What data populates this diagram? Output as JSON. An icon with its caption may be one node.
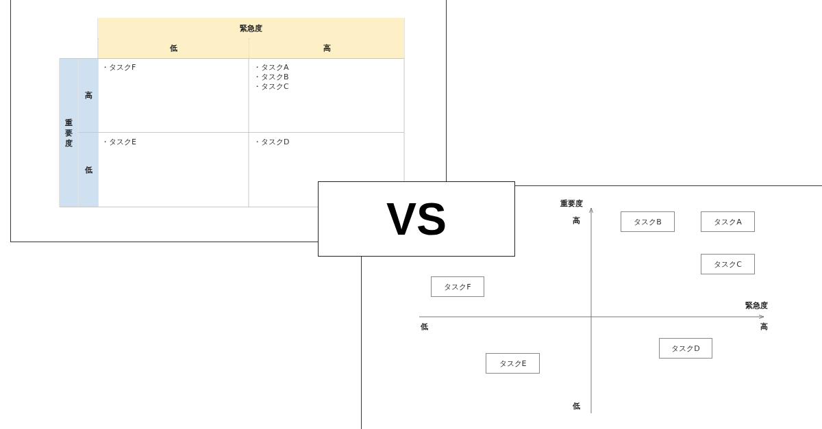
{
  "diagram": {
    "nodes": [
      {
        "text": [
          "VS"
        ]
      },
      {
        "text": [
          "タスクB"
        ]
      },
      {
        "text": [
          "タスクA"
        ]
      },
      {
        "text": [
          "タスクC"
        ]
      },
      {
        "text": [
          "タスクF"
        ]
      },
      {
        "text": [
          "タスクD"
        ]
      },
      {
        "text": [
          "タスクE"
        ]
      }
    ],
    "labels": [
      "緊急度",
      "低",
      "高",
      "重要度",
      "高",
      "・タスクF",
      "・タスクA",
      "・タスクB",
      "・タスクC",
      "低",
      "・タスクE",
      "・タスクD",
      "重要度",
      "高",
      "緊急度",
      "低",
      "高",
      "低"
    ]
  }
}
